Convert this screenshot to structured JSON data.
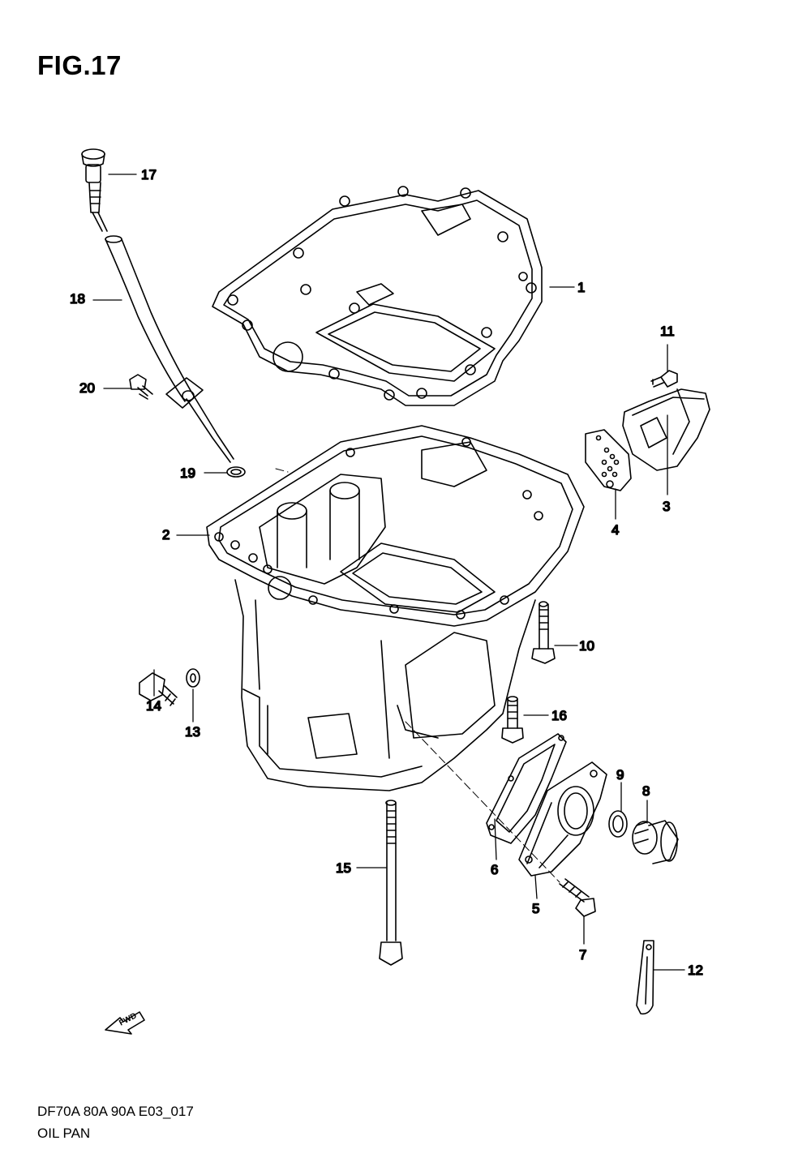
{
  "figure": {
    "title": "FIG.17"
  },
  "callouts": [
    {
      "id": "1",
      "label": "1"
    },
    {
      "id": "2",
      "label": "2"
    },
    {
      "id": "3",
      "label": "3"
    },
    {
      "id": "4",
      "label": "4"
    },
    {
      "id": "5",
      "label": "5"
    },
    {
      "id": "6",
      "label": "6"
    },
    {
      "id": "7",
      "label": "7"
    },
    {
      "id": "8",
      "label": "8"
    },
    {
      "id": "9",
      "label": "9"
    },
    {
      "id": "10",
      "label": "10"
    },
    {
      "id": "11",
      "label": "11"
    },
    {
      "id": "12",
      "label": "12"
    },
    {
      "id": "13",
      "label": "13"
    },
    {
      "id": "14",
      "label": "14"
    },
    {
      "id": "15",
      "label": "15"
    },
    {
      "id": "16",
      "label": "16"
    },
    {
      "id": "17",
      "label": "17"
    },
    {
      "id": "18",
      "label": "18"
    },
    {
      "id": "19",
      "label": "19"
    },
    {
      "id": "20",
      "label": "20"
    }
  ],
  "fwd_badge": "FWD",
  "footer": {
    "model_code": "DF70A 80A 90A E03_017",
    "name": "OIL PAN"
  }
}
